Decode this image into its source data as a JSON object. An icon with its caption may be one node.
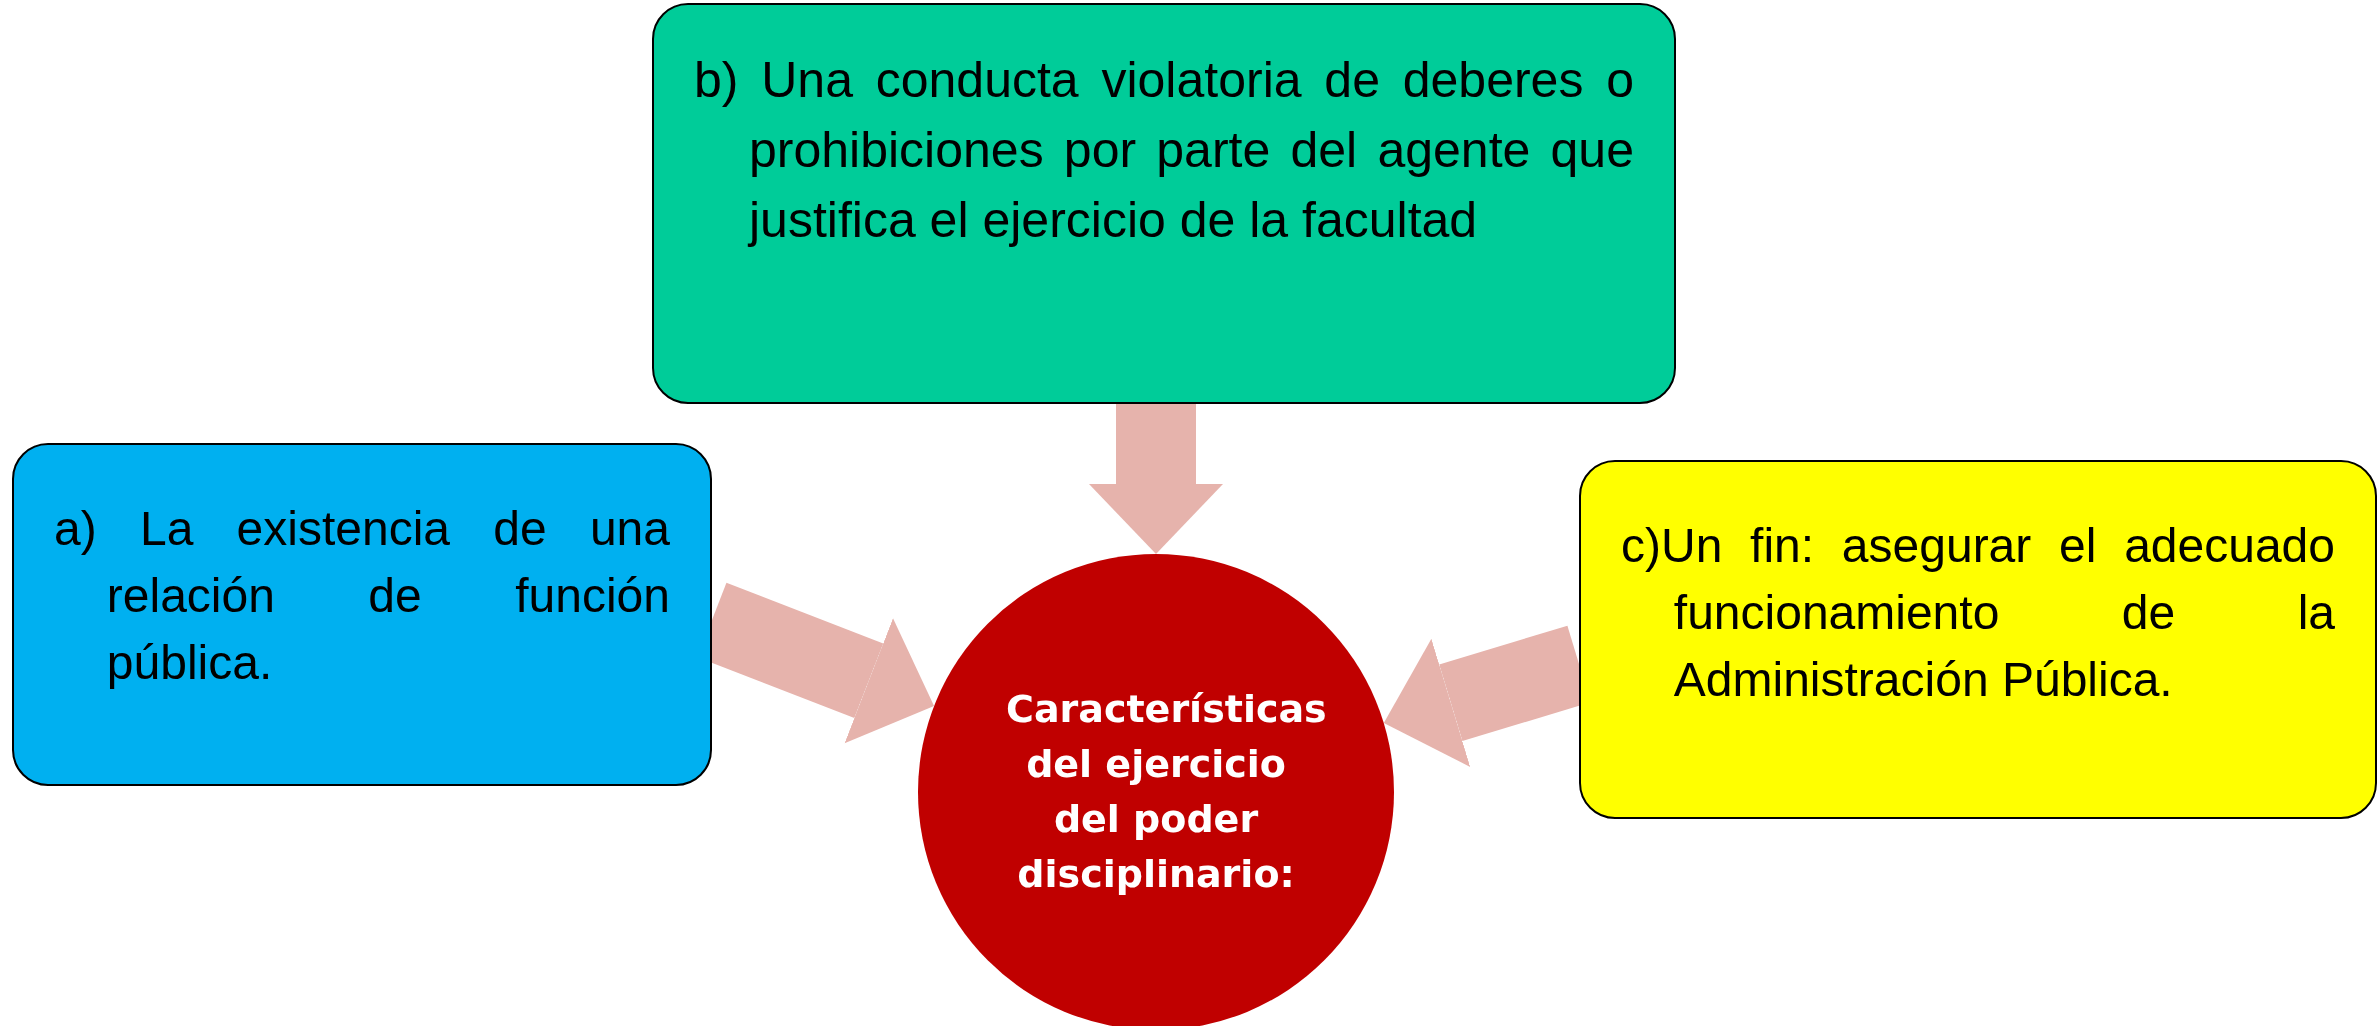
{
  "diagram": {
    "nodes": [
      {
        "text": [
          "b) Una conducta violatoria  de deberes o prohibiciones  por parte del agente que justifica el ejercicio de la facultad"
        ]
      },
      {
        "text": [
          "a) La existencia de una relación de función pública."
        ]
      },
      {
        "text": [
          "c)Un fin: asegurar el adecuado funcionamiento de la Administración Pública."
        ]
      },
      {
        "text": [
          "Características del ejercicio del poder disciplinario:"
        ]
      }
    ],
    "edges": [
      {
        "from": 1,
        "to": 3,
        "arrow": "to"
      },
      {
        "from": 0,
        "to": 3,
        "arrow": "to"
      },
      {
        "from": 2,
        "to": 3,
        "arrow": "to"
      }
    ]
  }
}
